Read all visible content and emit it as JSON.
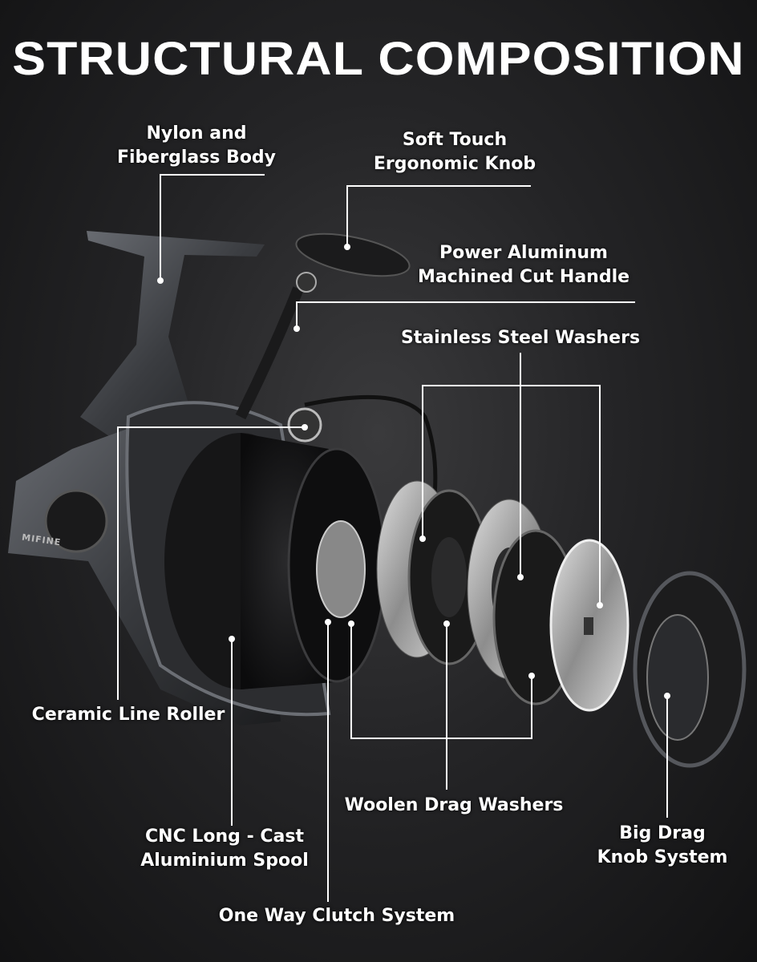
{
  "title": "STRUCTURAL COMPOSITION",
  "product_brand": "MIFINE",
  "labels": {
    "body": [
      "Nylon and",
      "Fiberglass Body"
    ],
    "knob": [
      "Soft Touch",
      "Ergonomic Knob"
    ],
    "handle": [
      "Power Aluminum",
      "Machined Cut Handle"
    ],
    "steel_washers": "Stainless Steel Washers",
    "line_roller": "Ceramic Line Roller",
    "spool": [
      "CNC Long - Cast",
      "Aluminium Spool"
    ],
    "clutch": "One Way Clutch System",
    "woolen_washers": "Woolen Drag Washers",
    "drag_knob": [
      "Big Drag",
      "Knob System"
    ]
  },
  "colors": {
    "background": "#242426",
    "text": "#ffffff",
    "lines": "#ffffff"
  }
}
